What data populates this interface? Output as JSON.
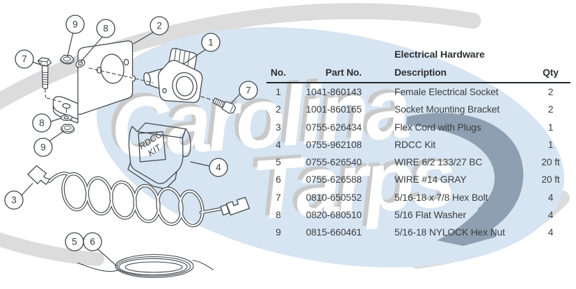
{
  "watermark": {
    "line1": "Carolina",
    "line2": "Tarps"
  },
  "table": {
    "title": "Electrical Hardware",
    "columns": {
      "no": "No.",
      "part": "Part No.",
      "desc": "Description",
      "qty": "Qty"
    },
    "rows": [
      {
        "no": "1",
        "part": "1041-860143",
        "desc": "Female Electrical Socket",
        "qty": "2"
      },
      {
        "no": "2",
        "part": "1001-860165",
        "desc": "Socket Mounting Bracket",
        "qty": "2"
      },
      {
        "no": "3",
        "part": "0755-626434",
        "desc": "Flex Cord with Plugs",
        "qty": "1"
      },
      {
        "no": "4",
        "part": "0755-962108",
        "desc": "RDCC Kit",
        "qty": "1"
      },
      {
        "no": "5",
        "part": "0755-626540",
        "desc": "WIRE 6/2 133/27 BC",
        "qty": "20 ft"
      },
      {
        "no": "6",
        "part": "0755-626588",
        "desc": "WIRE #14 GRAY",
        "qty": "20 ft"
      },
      {
        "no": "7",
        "part": "0810-650552",
        "desc": "5/16-18 x 7/8 Hex Bolt",
        "qty": "4"
      },
      {
        "no": "8",
        "part": "0820-680510",
        "desc": "5/16 Flat Washer",
        "qty": "4"
      },
      {
        "no": "9",
        "part": "0815-660461",
        "desc": "5/16-18 NYLOCK Hex Nut",
        "qty": "4"
      }
    ]
  },
  "diagram": {
    "rdcc_label": {
      "line1": "RDCC",
      "line2": "KIT"
    },
    "callouts": {
      "c7a": "7",
      "c9a": "9",
      "c8a": "8",
      "c2": "2",
      "c1": "1",
      "c7b": "7",
      "c8b": "8",
      "c9b": "9",
      "c3": "3",
      "c4": "4",
      "c5": "5",
      "c6": "6"
    }
  },
  "colors": {
    "line": "#3f464b",
    "oval_blue": "#d7e4f1",
    "ring_gray": "#dcdcdc",
    "arrow_blue_gray": "#8d9fb0"
  }
}
